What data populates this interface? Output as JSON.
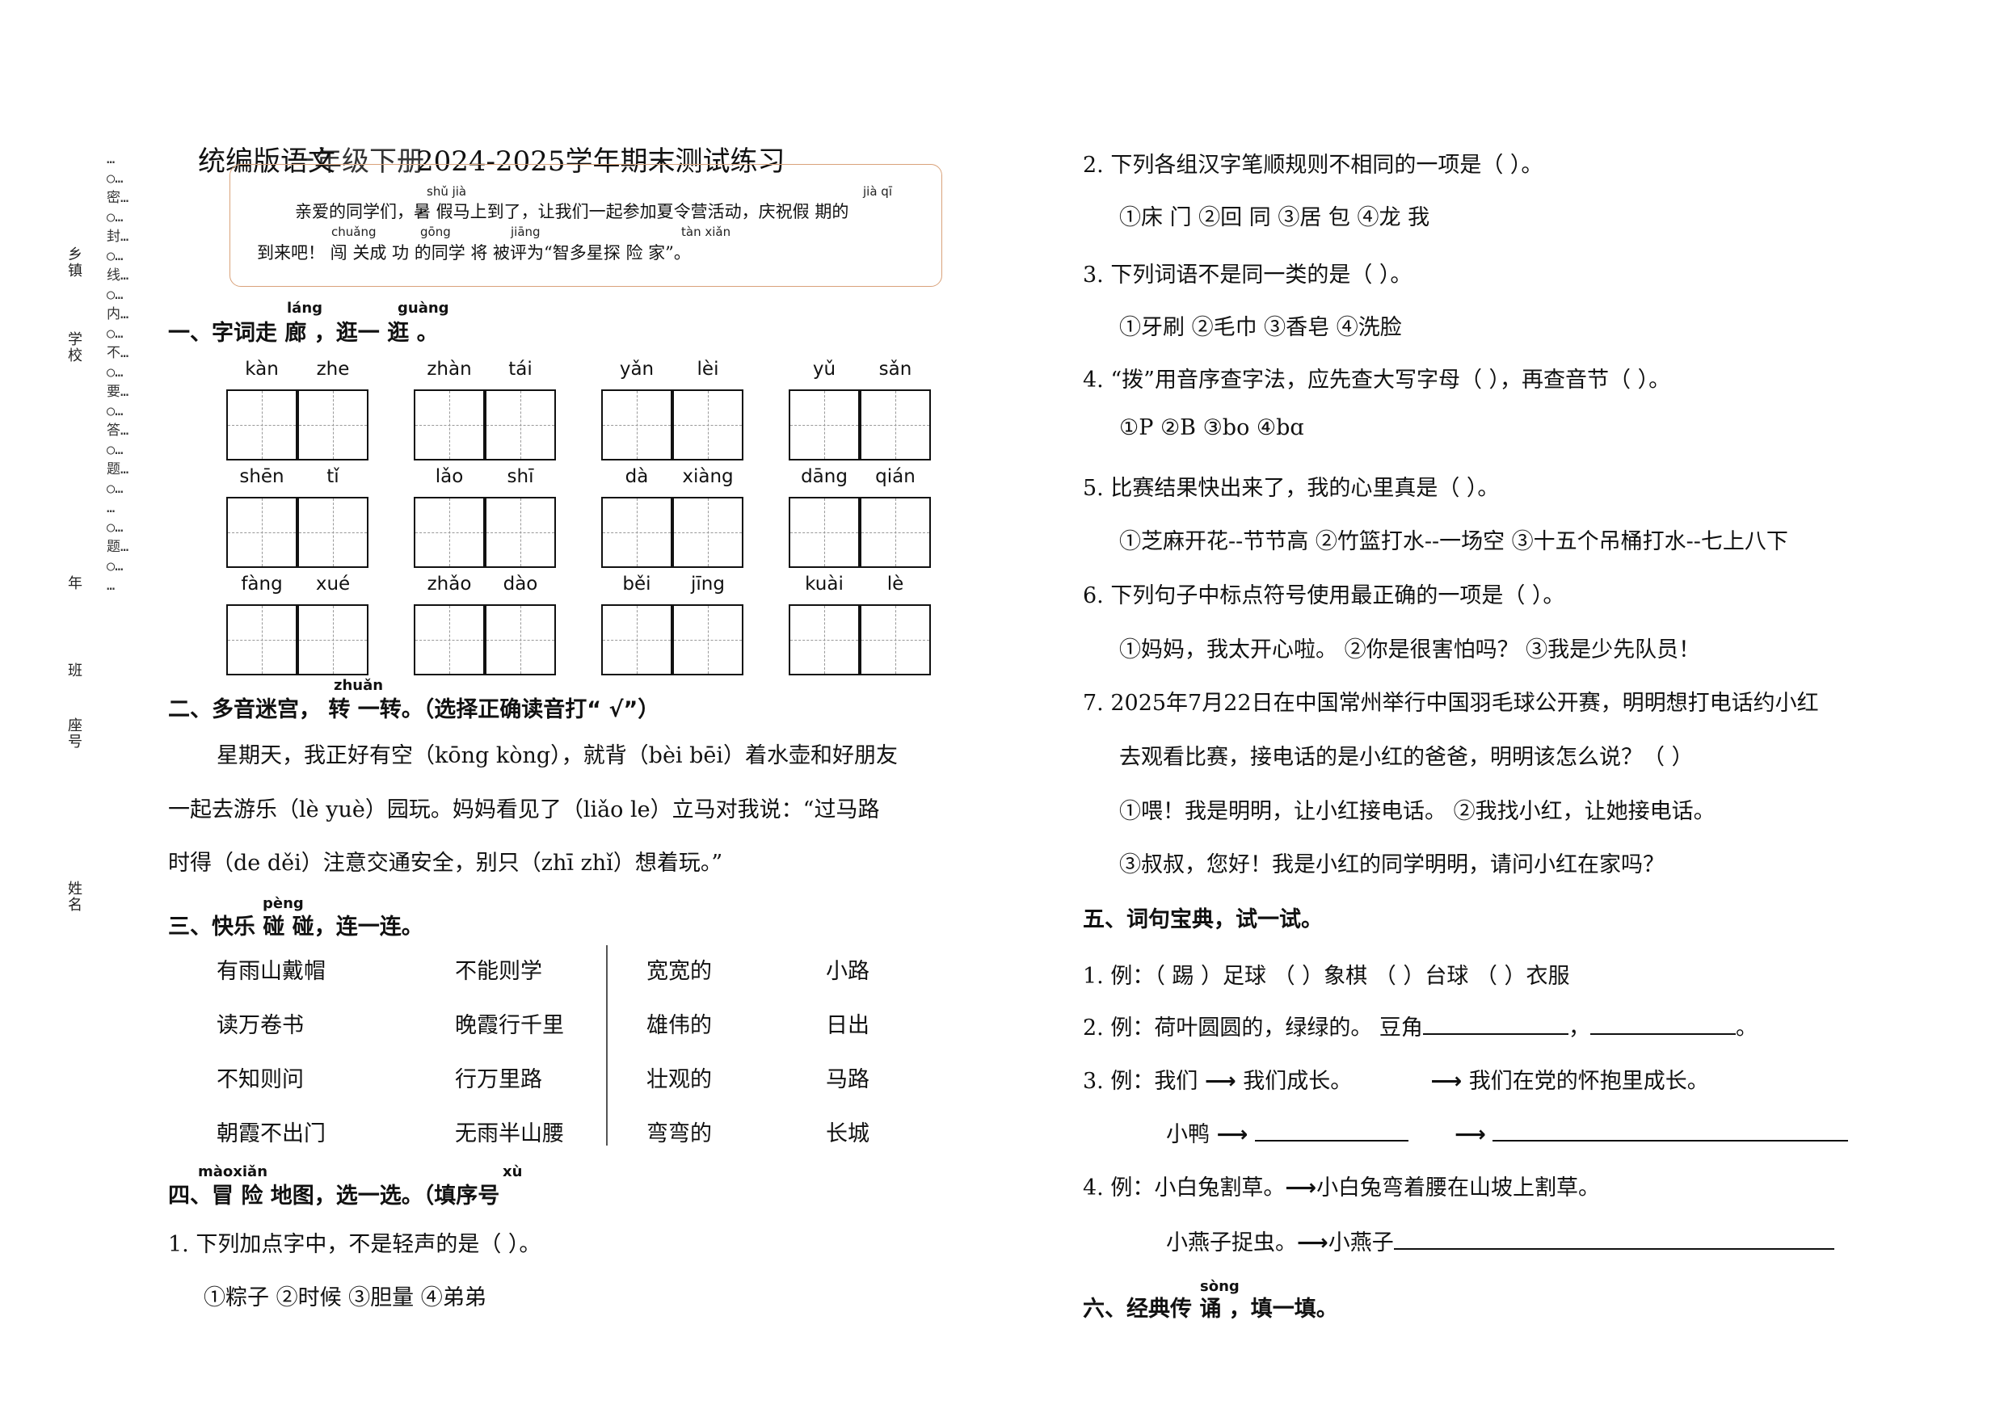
{
  "binding": {
    "labels": [
      "乡镇",
      "学校",
      "年",
      "班",
      "座号",
      "姓名"
    ],
    "margin_lines": [
      "…",
      "○…",
      "密…",
      "○…",
      "封…",
      "○…",
      "线…",
      "○…",
      "内…",
      "○…",
      "不…",
      "○…",
      "要…",
      "○…",
      "答…",
      "○…",
      "题…",
      "○…",
      "…",
      "○…",
      "题…",
      "○…",
      "…"
    ]
  },
  "header": {
    "title_a": "统编版语文",
    "title_b": "一年级下册",
    "title_c": "2024-2025学年期末测试练习"
  },
  "intro": {
    "line1": "亲爱的同学们，暑  假马上到了，让我们一起参加夏令营活动，庆祝假  期的",
    "line2": "到来吧！ 闯  关成 功 的同学 将  被评为“智多星探  险 家”。",
    "py_shujia": "shǔ jià",
    "py_jiaqi": "jià qī",
    "py_chuang": "chuǎng",
    "py_gong": "gōng",
    "py_jiang": "jiāng",
    "py_tanxian": "tàn xiǎn"
  },
  "section1": {
    "title": "一、字词走 廊 ，逛一  逛  。",
    "py_lang": "láng",
    "py_guang": "guàng",
    "pinyin": [
      [
        "kàn",
        "zhe"
      ],
      [
        "zhàn",
        "tái"
      ],
      [
        "yǎn",
        "lèi"
      ],
      [
        "yǔ",
        "sǎn"
      ],
      [
        "shēn",
        "tǐ"
      ],
      [
        "lǎo",
        "shī"
      ],
      [
        "dà",
        "xiàng"
      ],
      [
        "dāng",
        "qián"
      ],
      [
        "fàng",
        "xué"
      ],
      [
        "zhǎo",
        "dào"
      ],
      [
        "běi",
        "jīng"
      ],
      [
        "kuài",
        "lè"
      ]
    ]
  },
  "section2": {
    "title": "二、多音迷宫，  转  一转。（选择正确读音打“  √”）",
    "py_zhuan": "zhuǎn",
    "line1": "星期天，我正好有空（kōng  kòng），就背（bèi  bēi）着水壶和好朋友",
    "line2": "一起去游乐（lè  yuè）园玩。妈妈看见了（liǎo  le）立马对我说：“过马路",
    "line3": "时得（de  děi）注意交通安全，别只（zhī zhǐ）想着玩。”"
  },
  "section3": {
    "title": "三、快乐 碰 碰，连一连。",
    "py_peng": "pèng",
    "col1": [
      "有雨山戴帽",
      "读万卷书",
      "不知则问",
      "朝霞不出门"
    ],
    "col2": [
      "不能则学",
      "晚霞行千里",
      "行万里路",
      "无雨半山腰"
    ],
    "col3": [
      "宽宽的",
      "雄伟的",
      "壮观的",
      "弯弯的"
    ],
    "col4": [
      "小路",
      "日出",
      "马路",
      "长城"
    ]
  },
  "section4": {
    "title": "四、冒 险 地图，选一选。（填序号",
    "py_maoxian": "màoxiǎn",
    "py_xu": "xù",
    "q1": "1. 下列加点字中，不是轻声的是（     ）。",
    "q1_opts": "①粽子      ②时候      ③胆量    ④弟弟",
    "q2": "2. 下列各组汉字笔顺规则不相同的一项是（     ）。",
    "q2_opts": "①床  门    ②回   同    ③居  包   ④龙   我",
    "q3": "3. 下列词语不是同一类的是（     ）。",
    "q3_opts": "①牙刷       ②毛巾       ③香皂       ④洗脸",
    "q4": "4. “拨”用音序查字法，应先查大写字母（    ），再查音节（    ）。",
    "q4_opts": "①P     ②B      ③bo     ④bɑ",
    "q5": "5. 比赛结果快出来了，我的心里真是（     ）。",
    "q5_opts": "①芝麻开花--节节高   ②竹篮打水--一场空   ③十五个吊桶打水--七上八下",
    "q6": "6. 下列句子中标点符号使用最正确的一项是（     ）。",
    "q6_opts": "①妈妈，我太开心啦。     ②你是很害怕吗？        ③我是少先队员！",
    "q7a": "7. 2025年7月22日在中国常州举行中国羽毛球公开赛，明明想打电话约小红",
    "q7b": "去观看比赛，接电话的是小红的爸爸，明明该怎么说？（     ）",
    "q7_opt1": "①喂！我是明明，让小红接电话。       ②我找小红，让她接电话。",
    "q7_opt2": "③叔叔，您好！我是小红的同学明明，请问小红在家吗？"
  },
  "section5": {
    "title": "五、词句宝典，试一试。",
    "l1": "1. 例：（  踢  ）足球      （      ）象棋      （      ）台球      （      ）衣服",
    "l2_prefix": "2. 例：荷叶圆圆的，绿绿的。     豆角",
    "l3a": "3. 例：我们",
    "l3b": "我们成长。",
    "l3c": "我们在党的怀抱里成长。",
    "l3d": "小鸭",
    "l4a": "4. 例：小白兔割草。",
    "l4b": "小白兔弯着腰在山坡上割草。",
    "l4c": "小燕子捉虫。",
    "l4d": "小燕子"
  },
  "section6": {
    "title": "六、经典传 诵 ，填一填。",
    "py_song": "sòng"
  }
}
